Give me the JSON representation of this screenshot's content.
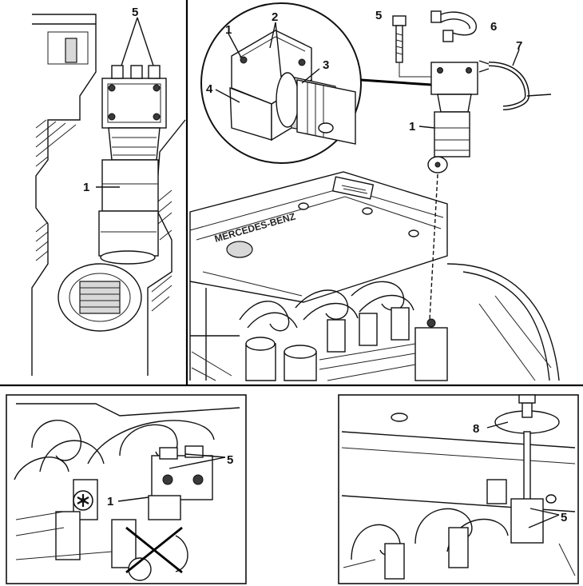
{
  "labels": {
    "tl_5": "5",
    "tl_1": "1",
    "inset_1": "1",
    "inset_2": "2",
    "inset_3": "3",
    "inset_4": "4",
    "exp_5": "5",
    "exp_6": "6",
    "exp_7": "7",
    "exp_1": "1",
    "engine_logo": "MERCEDES-BENZ",
    "bl_5": "5",
    "bl_1": "1",
    "br_8": "8",
    "br_5": "5"
  },
  "colors": {
    "ink": "#111111",
    "paper": "#ffffff",
    "fill_dark": "#3a3a3a",
    "fill_grey": "#d8d8d8"
  }
}
